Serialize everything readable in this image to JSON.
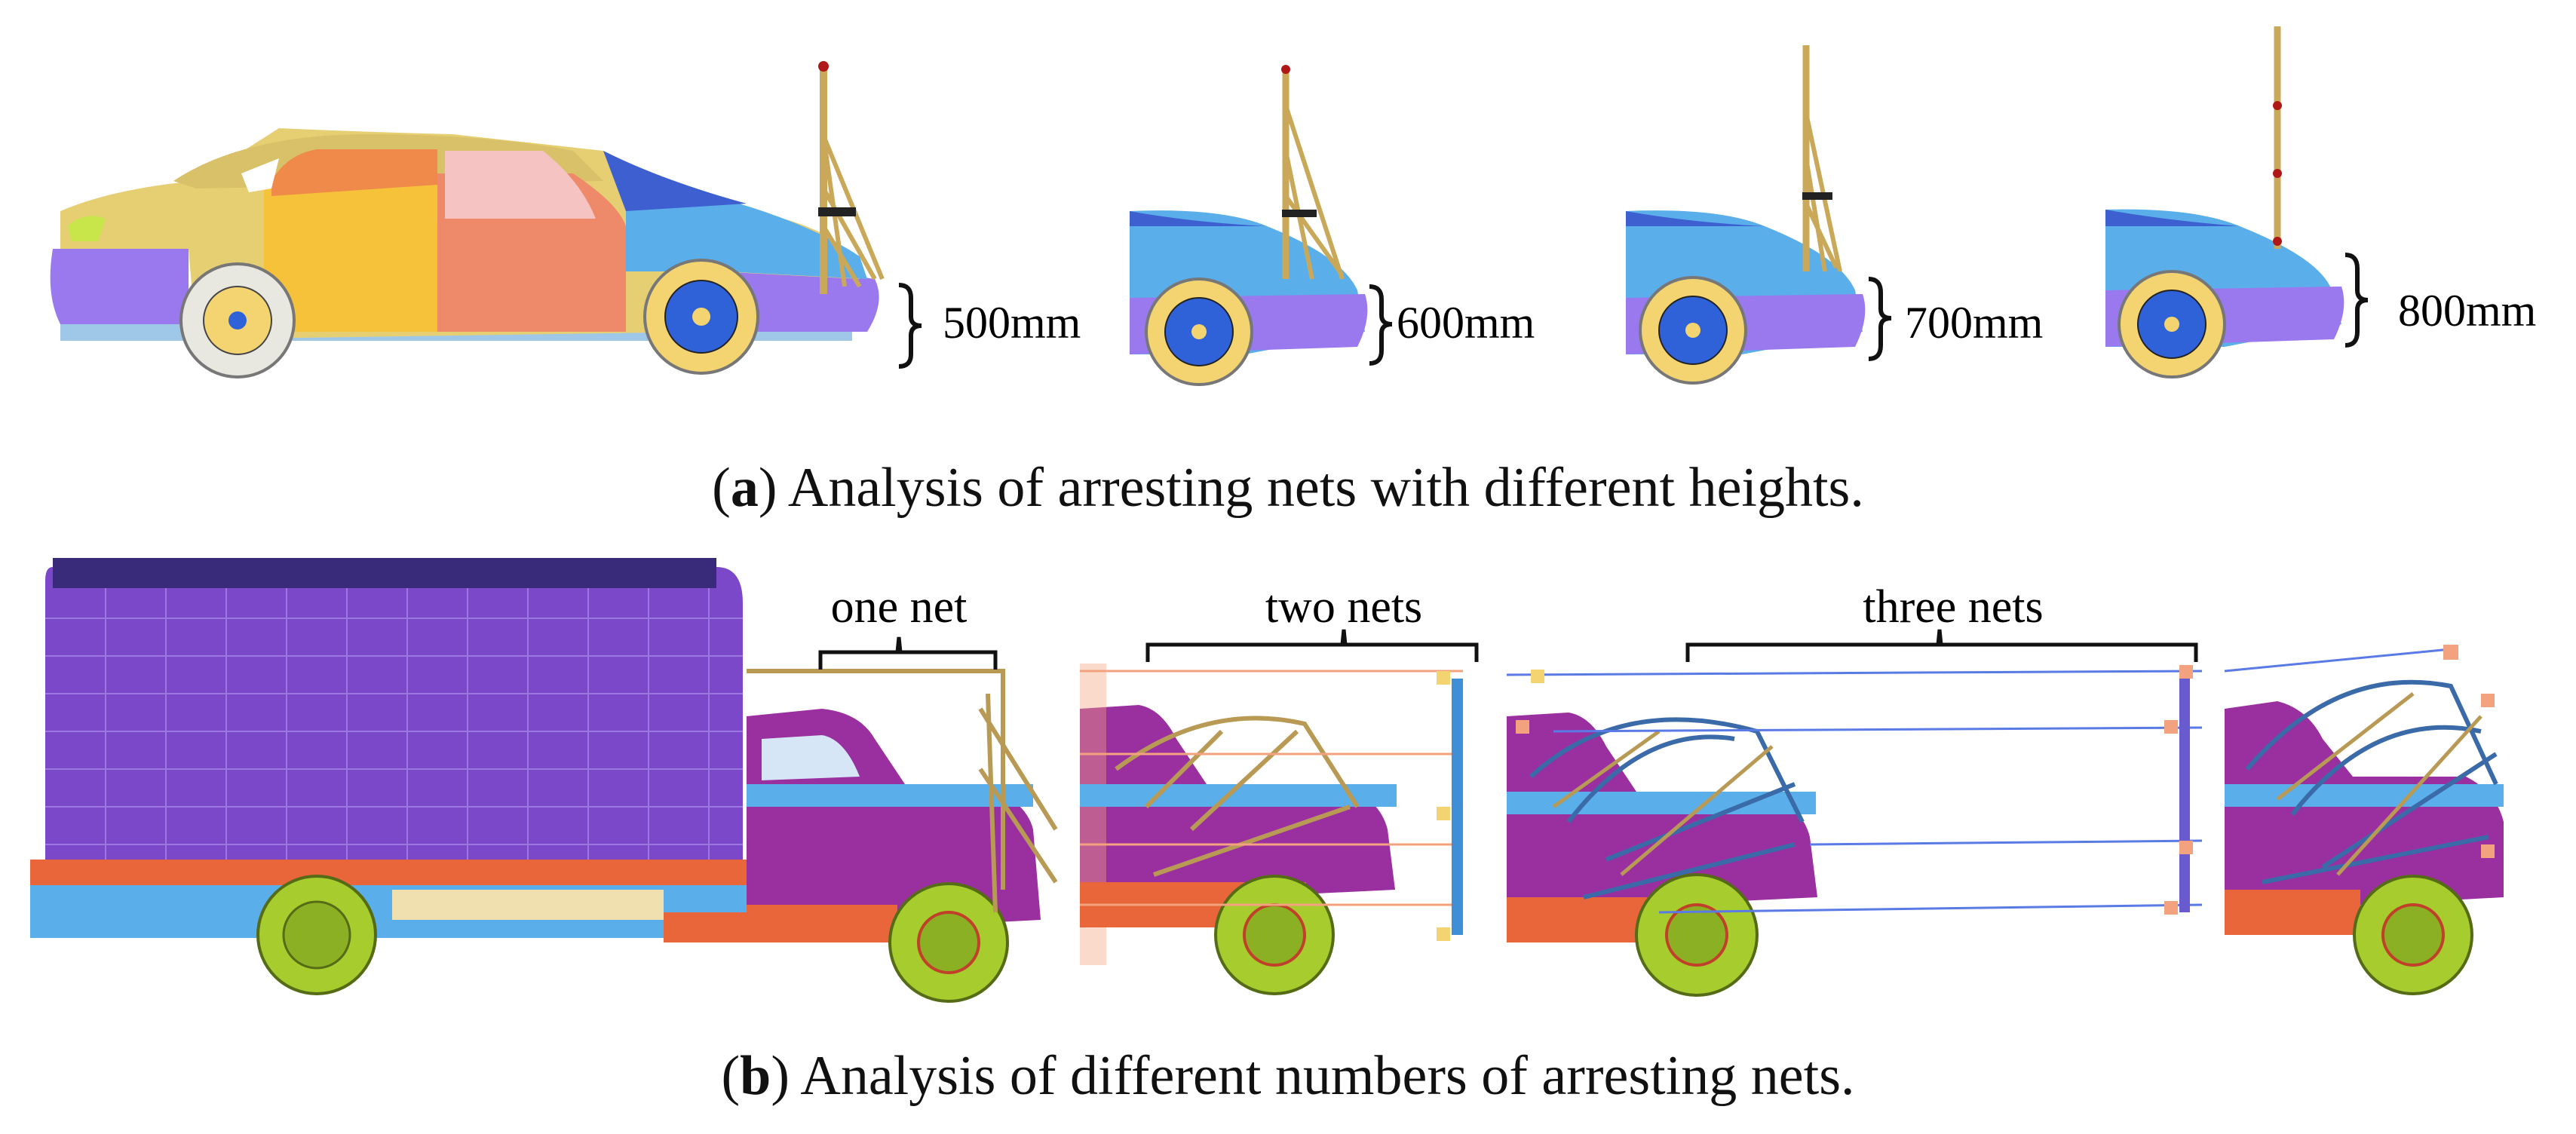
{
  "panel_a": {
    "height_labels": [
      "500mm",
      "600mm",
      "700mm",
      "800mm"
    ],
    "caption_letter": "a",
    "caption_text": "Analysis of arresting nets with different heights."
  },
  "panel_b": {
    "net_labels": [
      "one net",
      "two nets",
      "three nets"
    ],
    "caption_letter": "b",
    "caption_text": "Analysis of different numbers of arresting nets."
  },
  "colors": {
    "car_body_yellow": "#e6cf72",
    "car_door_orange": "#f08a4a",
    "car_door_salmon": "#ee8a6a",
    "car_blue": "#5aaeea",
    "car_purple": "#9a78ee",
    "wheel_yellow": "#f3d470",
    "wheel_blue": "#2f62d8",
    "net_gold": "#c9a85a",
    "truck_box_purple": "#7a48c8",
    "truck_cab_magenta": "#9a2fa0",
    "truck_wheel_green": "#a6cc2e",
    "truck_frame_orange": "#e8663a",
    "net_blue_line": "#5a7ae6",
    "net_peach": "#f2a27e"
  }
}
